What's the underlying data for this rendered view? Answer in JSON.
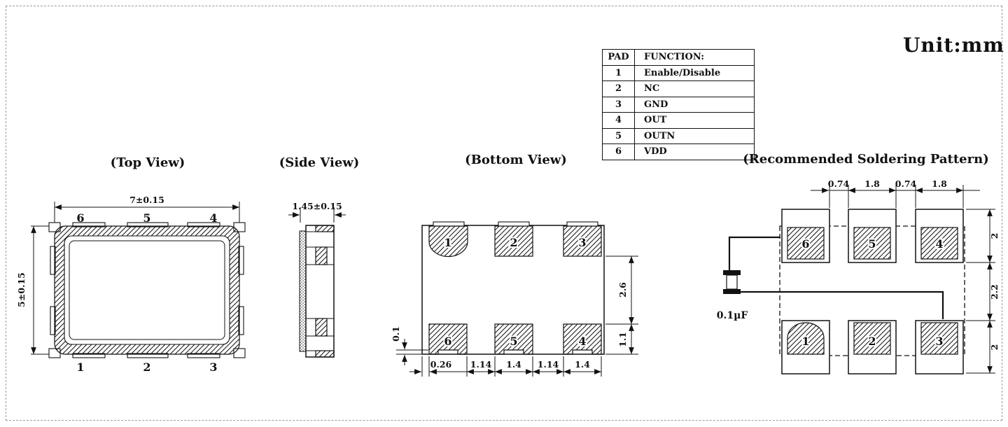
{
  "unit_label": "Unit:mm",
  "table": {
    "headers": [
      "PAD",
      "FUNCTION:"
    ],
    "rows": [
      {
        "pad": "1",
        "function": "Enable/Disable"
      },
      {
        "pad": "2",
        "function": "NC"
      },
      {
        "pad": "3",
        "function": "GND"
      },
      {
        "pad": "4",
        "function": "OUT"
      },
      {
        "pad": "5",
        "function": "OUTN"
      },
      {
        "pad": "6",
        "function": "VDD"
      }
    ]
  },
  "views": {
    "top": {
      "title": "(Top View)",
      "dim_width": "7±0.15",
      "dim_height": "5±0.15",
      "pads_top": [
        "6",
        "5",
        "4"
      ],
      "pads_bottom": [
        "1",
        "2",
        "3"
      ]
    },
    "side": {
      "title": "(Side View)",
      "dim_thickness": "1.45±0.15"
    },
    "bottom": {
      "title": "(Bottom View)",
      "pads_top": [
        "1",
        "2",
        "3"
      ],
      "pads_bottom": [
        "6",
        "5",
        "4"
      ],
      "dim_right_upper": "2.6",
      "dim_right_lower": "1.1",
      "dim_left": "0.1",
      "dims_bottom": [
        "0.26",
        "1.14",
        "1.4",
        "1.14",
        "1.4"
      ]
    },
    "pattern": {
      "title": "(Recommended Soldering Pattern)",
      "dims_top": [
        "0.74",
        "1.8",
        "0.74",
        "1.8"
      ],
      "dims_right": [
        "2",
        "2.2",
        "2"
      ],
      "capacitor_label": "0.1µF",
      "pads_top": [
        "6",
        "5",
        "4"
      ],
      "pads_bottom": [
        "1",
        "2",
        "3"
      ]
    }
  }
}
